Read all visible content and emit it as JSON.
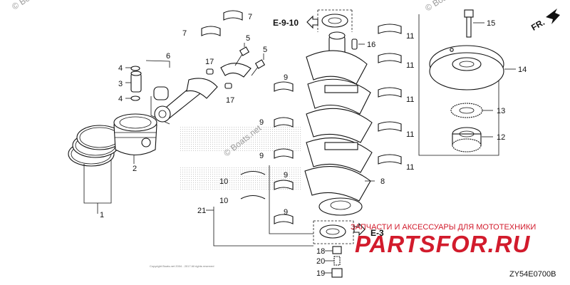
{
  "diagram": {
    "callouts": {
      "c1": "1",
      "c2": "2",
      "c3": "3",
      "c4a": "4",
      "c4b": "4",
      "c5a": "5",
      "c5b": "5",
      "c6": "6",
      "c7a": "7",
      "c7b": "7",
      "c8": "8",
      "c9a": "9",
      "c9b": "9",
      "c9c": "9",
      "c9d": "9",
      "c9e": "9",
      "c10a": "10",
      "c10b": "10",
      "c11a": "11",
      "c11b": "11",
      "c11c": "11",
      "c11d": "11",
      "c11e": "11",
      "c12": "12",
      "c13": "13",
      "c14": "14",
      "c15": "15",
      "c16": "16",
      "c17a": "17",
      "c17b": "17",
      "c18": "18",
      "c19": "19",
      "c20": "20",
      "c21": "21"
    },
    "refs": {
      "e910": "E-9-10",
      "e3": "E-3"
    },
    "front_label": "FR.",
    "diagram_code": "ZY54E0700B"
  },
  "watermarks": {
    "boats_top_left": "© Boats.net",
    "boats_top_right": "© Boats.net",
    "boats_center": "© Boats.net",
    "ru_line": "ЗАПЧАСТИ И АКСЕССУАРЫ ДЛЯ МОТОТЕХНИКИ",
    "ru_brand": "PARTSFOR.RU"
  },
  "copyright_line": "Copyright Boats.net 2004 - 2017 All rights reserved"
}
